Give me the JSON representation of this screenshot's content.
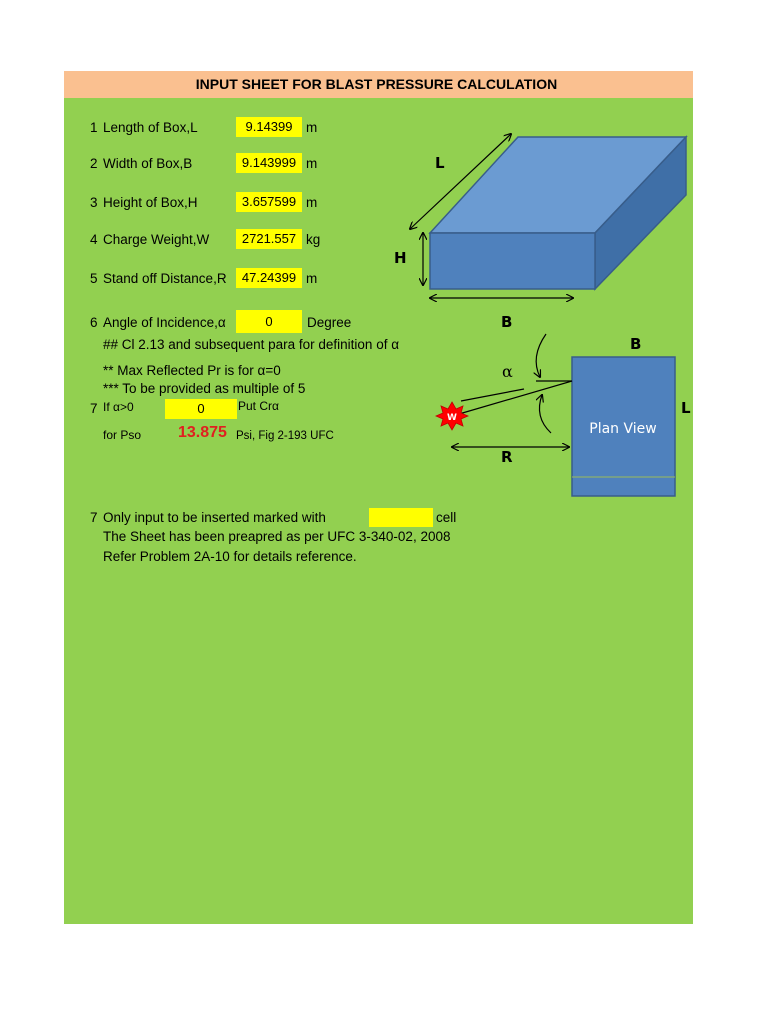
{
  "title": "INPUT SHEET FOR BLAST PRESSURE CALCULATION",
  "rows": [
    {
      "num": "1",
      "label": "Length of Box,L",
      "value": "9.14399",
      "unit": "m"
    },
    {
      "num": "2",
      "label": "Width of Box,B",
      "value": "9.143999",
      "unit": "m"
    },
    {
      "num": "3",
      "label": "Height of Box,H",
      "value": "3.657599",
      "unit": "m"
    },
    {
      "num": "4",
      "label": "Charge Weight,W",
      "value": "2721.557",
      "unit": "kg"
    },
    {
      "num": "5",
      "label": "Stand off Distance,R",
      "value": "47.24399",
      "unit": "m"
    }
  ],
  "angle": {
    "num": "6",
    "label": "Angle of Incidence,α",
    "value": "0",
    "unit": "Degree"
  },
  "notes": {
    "ref": "## Cl 2.13 and subsequent para for definition of α",
    "max": "** Max Reflected Pr is for α=0",
    "multiple": "*** To be provided as multiple of 5"
  },
  "cra": {
    "num": "7",
    "label": "If α>0",
    "value": "0",
    "suffix": "Put Crα"
  },
  "pso": {
    "label": "for Pso",
    "value": "13.875",
    "ref": "Psi, Fig 2-193 UFC"
  },
  "footer": {
    "num": "7",
    "line1": "Only input to be inserted marked with",
    "line1_end": "cell",
    "line2": "The Sheet has been preapred as per UFC 3-340-02, 2008",
    "line3": "Refer Problem 2A-10 for details reference."
  },
  "box_diagram": {
    "label_l": "L",
    "label_h": "H",
    "label_b": "B"
  },
  "plan_diagram": {
    "label_alpha": "α",
    "label_b": "B",
    "label_l": "L",
    "label_r": "R",
    "label_w": "W",
    "plan_text": "Plan View"
  },
  "colors": {
    "sheet": "#92d050",
    "title": "#fac090",
    "input_cell": "#ffff00",
    "box": "#4f81bd",
    "result": "#e02020"
  }
}
